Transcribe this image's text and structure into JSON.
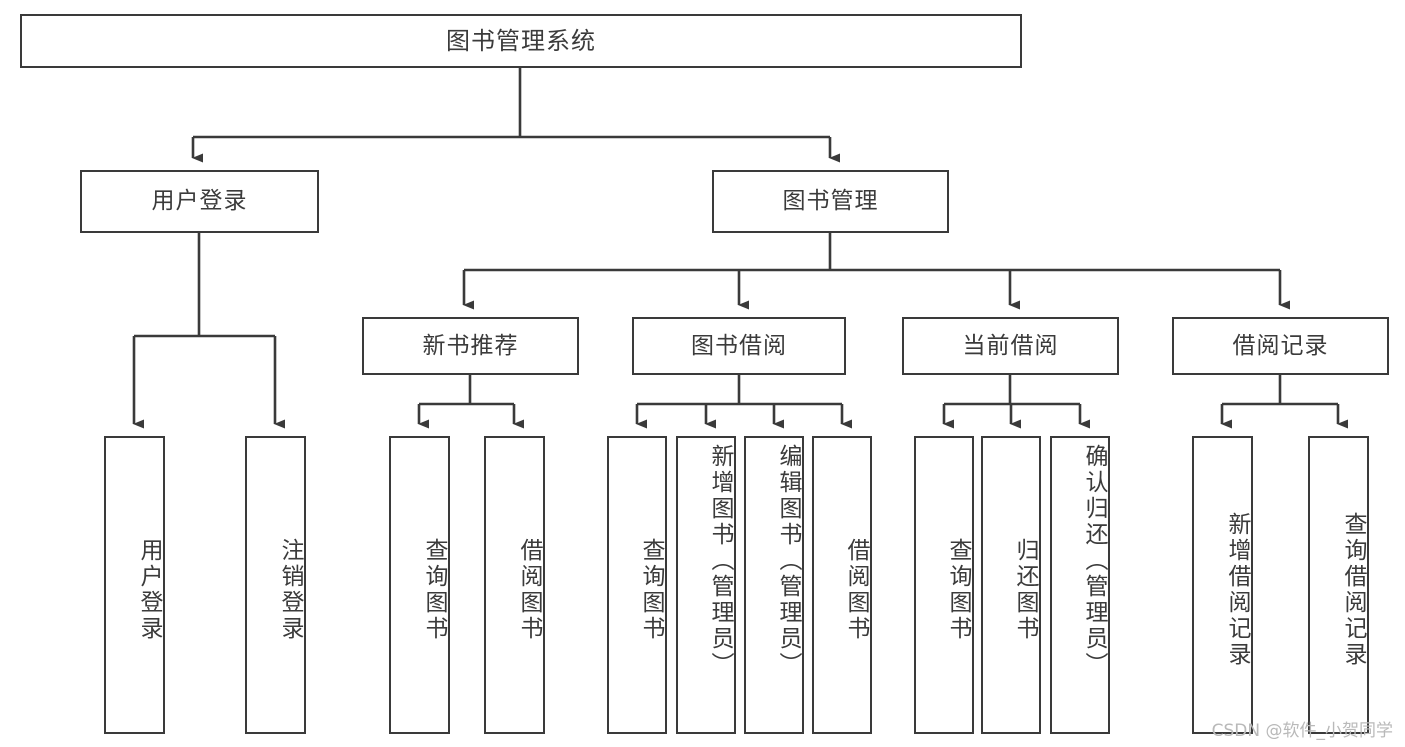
{
  "diagram": {
    "title": "图书管理系统",
    "type": "tree-hierarchy-diagram",
    "colors": {
      "box_border": "#3a3a3a",
      "box_fill": "#ffffff",
      "text": "#3b3b3b",
      "connector": "#3a3a3a",
      "watermark": "#b9b9b9",
      "background": "#ffffff"
    },
    "root": {
      "label": "图书管理系统"
    },
    "level2": [
      {
        "key": "user_login",
        "label": "用户登录"
      },
      {
        "key": "book_manage",
        "label": "图书管理"
      }
    ],
    "level3": [
      {
        "key": "new_book_rec",
        "label": "新书推荐"
      },
      {
        "key": "book_borrow",
        "label": "图书借阅"
      },
      {
        "key": "current_borrow",
        "label": "当前借阅"
      },
      {
        "key": "borrow_record",
        "label": "借阅记录"
      }
    ],
    "leaves": {
      "user_login": [
        {
          "label": "用户登录"
        },
        {
          "label": "注销登录"
        }
      ],
      "new_book_rec": [
        {
          "label": "查询图书"
        },
        {
          "label": "借阅图书"
        }
      ],
      "book_borrow": [
        {
          "label": "查询图书"
        },
        {
          "label": "新增图书（管理员）"
        },
        {
          "label": "编辑图书（管理员）"
        },
        {
          "label": "借阅图书"
        }
      ],
      "current_borrow": [
        {
          "label": "查询图书"
        },
        {
          "label": "归还图书"
        },
        {
          "label": "确认归还（管理员）"
        }
      ],
      "borrow_record": [
        {
          "label": "新增借阅记录"
        },
        {
          "label": "查询借阅记录"
        }
      ]
    }
  },
  "watermark": {
    "text": "CSDN @软件_小贺同学"
  }
}
